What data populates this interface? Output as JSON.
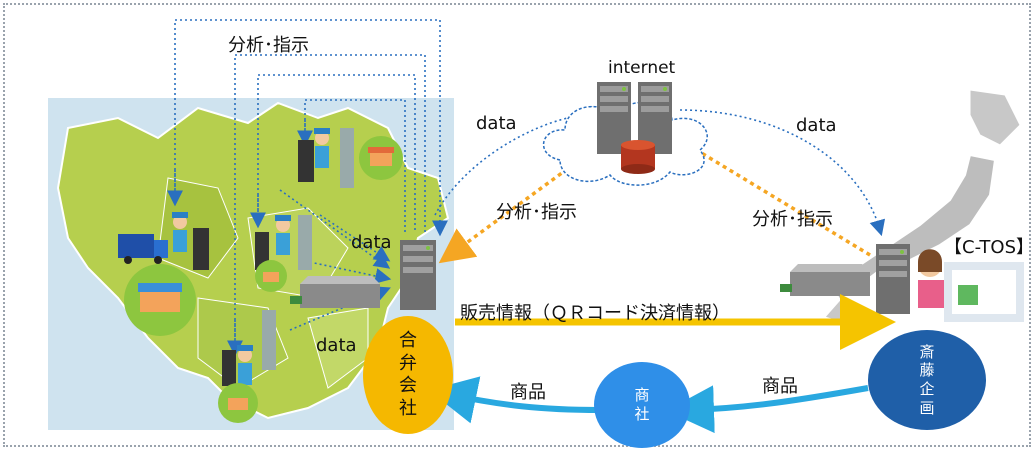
{
  "labels": {
    "top_analysis": "分析･指示",
    "internet": "internet",
    "data_left": "data",
    "data_right": "data",
    "analysis_left": "分析･指示",
    "analysis_right": "分析･指示",
    "data_china_server": "data",
    "data_china_bottom": "data",
    "sales_info": "販売情報（ＱＲコード決済情報）",
    "goods_left": "商品",
    "goods_right": "商品",
    "ctos": "【C-TOS】"
  },
  "circles": {
    "joint_venture": "合\n弁\n会\n社",
    "trading_company": "商\n社",
    "saito_planning": "斎\n藤\n企\n画"
  },
  "colors": {
    "joint_venture": "#f5b800",
    "trading_company": "#2f8fe8",
    "saito_planning": "#1f5fa8",
    "orange_arrow": "#f5a623",
    "yellow_arrow": "#f5c400",
    "blue_arrow": "#29a8e0",
    "map_land": "#b6cf4e",
    "dotted_blue": "#2a6fbf"
  },
  "icons": [
    "server-icon",
    "cloud-icon",
    "database-icon",
    "worker-icon",
    "vending-machine-icon",
    "shop-icon",
    "truck-icon",
    "factory-icon",
    "operator-icon",
    "japan-map-icon",
    "china-map-icon"
  ]
}
